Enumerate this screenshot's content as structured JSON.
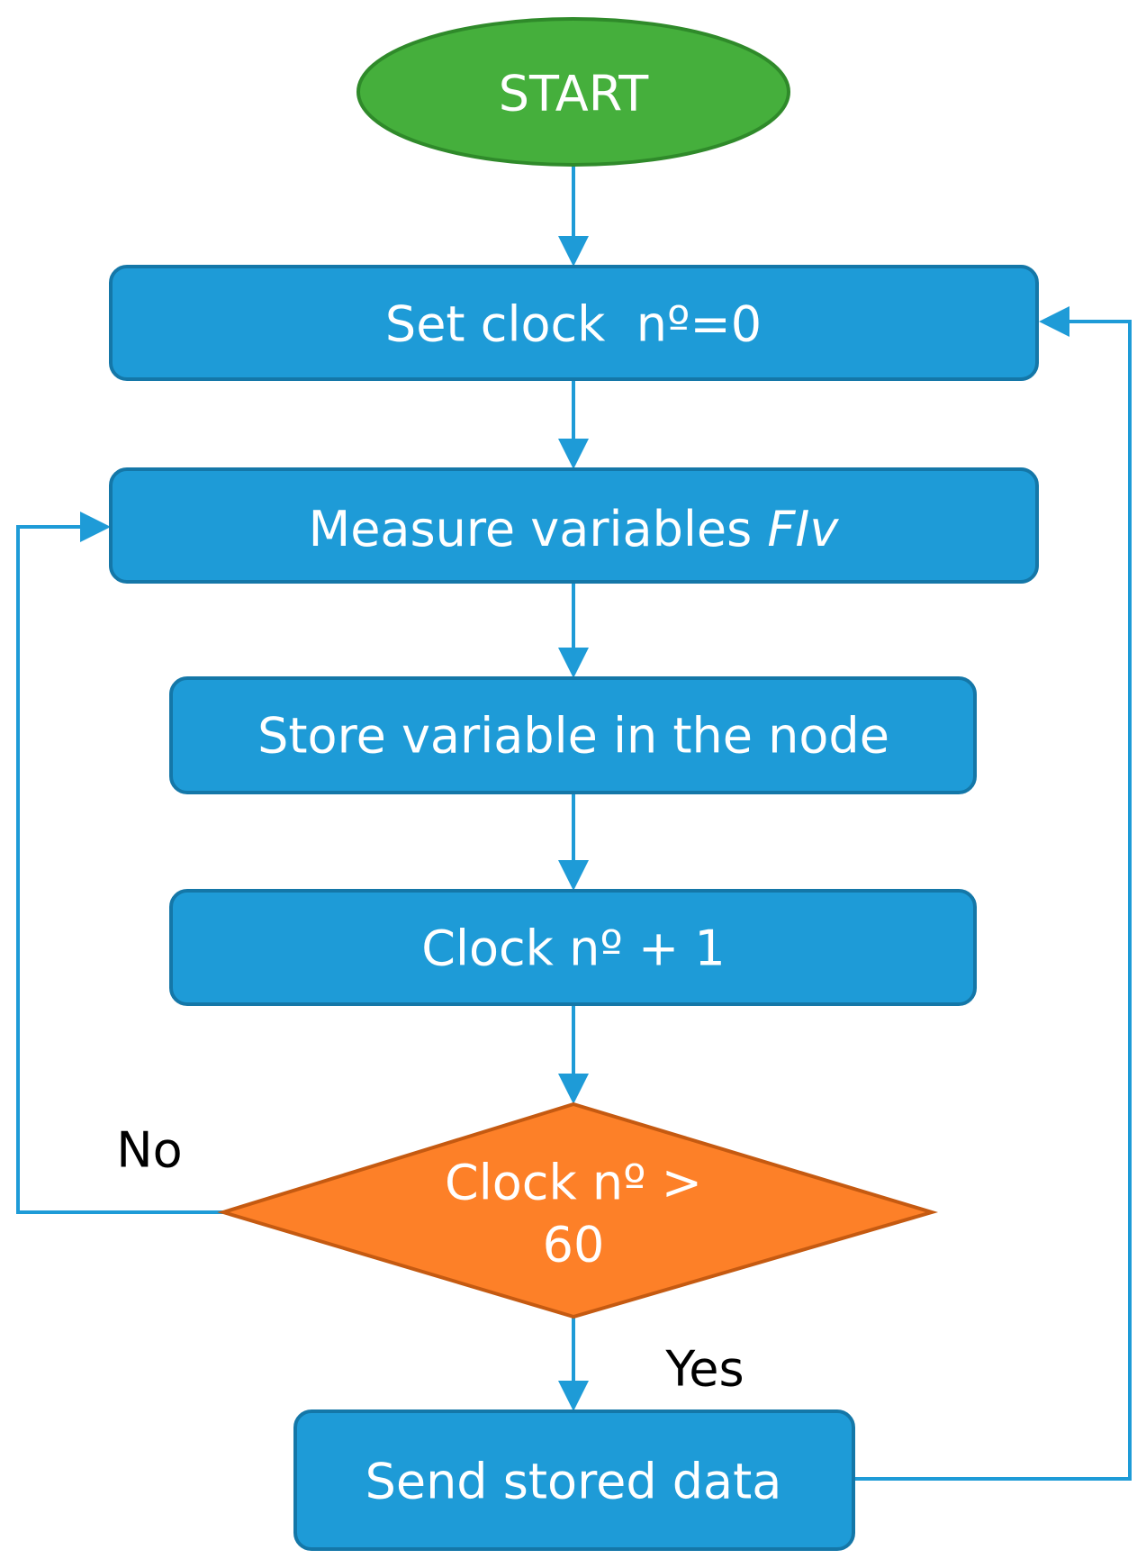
{
  "nodes": {
    "start": "START",
    "set_clock": "Set clock  nº=0",
    "measure": {
      "prefix": "Measure variables ",
      "italic": "FIv"
    },
    "store": "Store variable in the node",
    "increment": "Clock nº + 1",
    "decision": {
      "line1": "Clock nº >",
      "line2": "60"
    },
    "send": "Send stored data"
  },
  "edge_labels": {
    "no": "No",
    "yes": "Yes"
  },
  "colors": {
    "process": "#1e9bd7",
    "process_border": "#1477a8",
    "start": "#45af3c",
    "start_border": "#2f8a2a",
    "decision": "#fd8028",
    "decision_border": "#c55a11",
    "connector": "#1e9bd7"
  }
}
